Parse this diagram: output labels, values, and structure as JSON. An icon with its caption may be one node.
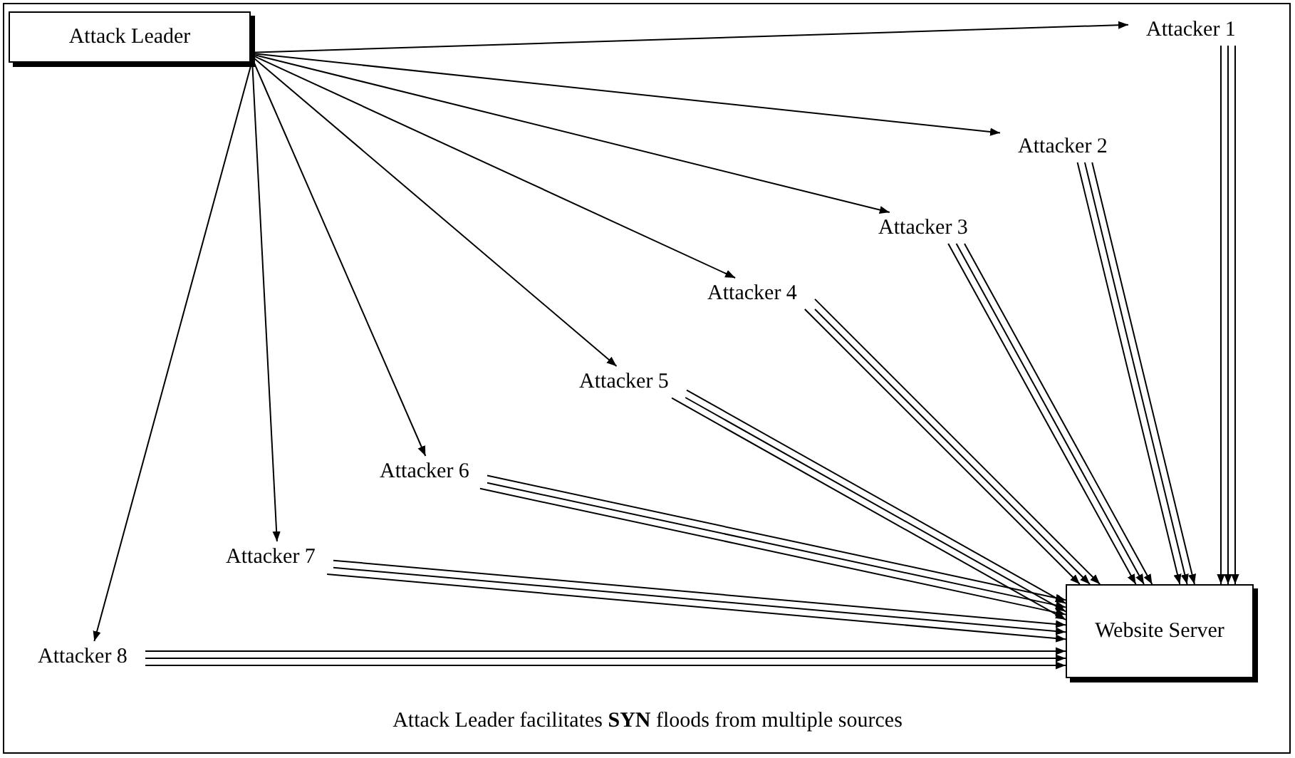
{
  "diagram": {
    "caption": "Attack Leader facilitates **SYN** floods from multiple sources",
    "nodes": [
      {
        "text": [
          "Attack Leader"
        ]
      },
      {
        "text": [
          "Attacker 1"
        ]
      },
      {
        "text": [
          "Attacker 2"
        ]
      },
      {
        "text": [
          "Attacker 3"
        ]
      },
      {
        "text": [
          "Attacker 4"
        ]
      },
      {
        "text": [
          "Attacker 5"
        ]
      },
      {
        "text": [
          "Attacker 6"
        ]
      },
      {
        "text": [
          "Attacker 7"
        ]
      },
      {
        "text": [
          "Attacker 8"
        ]
      },
      {
        "text": [
          "Website Server"
        ]
      }
    ],
    "edges": [
      {
        "from": 0,
        "to": 1,
        "arrow": "to"
      },
      {
        "from": 0,
        "to": 2,
        "arrow": "to"
      },
      {
        "from": 0,
        "to": 3,
        "arrow": "to"
      },
      {
        "from": 0,
        "to": 4,
        "arrow": "to"
      },
      {
        "from": 0,
        "to": 5,
        "arrow": "to"
      },
      {
        "from": 0,
        "to": 6,
        "arrow": "to"
      },
      {
        "from": 0,
        "to": 7,
        "arrow": "to"
      },
      {
        "from": 0,
        "to": 8,
        "arrow": "to"
      },
      {
        "from": 1,
        "to": 9,
        "arrow": "to"
      },
      {
        "from": 1,
        "to": 9,
        "arrow": "to"
      },
      {
        "from": 1,
        "to": 9,
        "arrow": "to"
      },
      {
        "from": 2,
        "to": 9,
        "arrow": "to"
      },
      {
        "from": 2,
        "to": 9,
        "arrow": "to"
      },
      {
        "from": 2,
        "to": 9,
        "arrow": "to"
      },
      {
        "from": 3,
        "to": 9,
        "arrow": "to"
      },
      {
        "from": 3,
        "to": 9,
        "arrow": "to"
      },
      {
        "from": 3,
        "to": 9,
        "arrow": "to"
      },
      {
        "from": 4,
        "to": 9,
        "arrow": "to"
      },
      {
        "from": 4,
        "to": 9,
        "arrow": "to"
      },
      {
        "from": 4,
        "to": 9,
        "arrow": "to"
      },
      {
        "from": 5,
        "to": 9,
        "arrow": "to"
      },
      {
        "from": 5,
        "to": 9,
        "arrow": "to"
      },
      {
        "from": 5,
        "to": 9,
        "arrow": "to"
      },
      {
        "from": 6,
        "to": 9,
        "arrow": "to"
      },
      {
        "from": 6,
        "to": 9,
        "arrow": "to"
      },
      {
        "from": 6,
        "to": 9,
        "arrow": "to"
      },
      {
        "from": 7,
        "to": 9,
        "arrow": "to"
      },
      {
        "from": 7,
        "to": 9,
        "arrow": "to"
      },
      {
        "from": 7,
        "to": 9,
        "arrow": "to"
      },
      {
        "from": 8,
        "to": 9,
        "arrow": "to"
      },
      {
        "from": 8,
        "to": 9,
        "arrow": "to"
      },
      {
        "from": 8,
        "to": 9,
        "arrow": "to"
      }
    ]
  }
}
